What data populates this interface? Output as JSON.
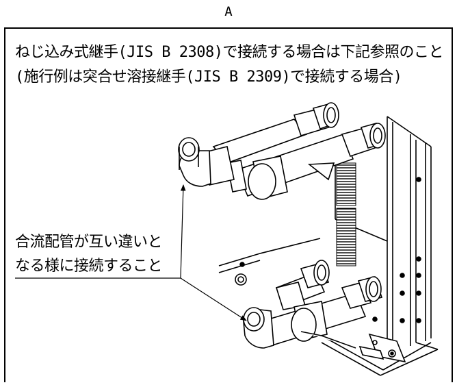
{
  "view_label": "A",
  "instruction": {
    "line1": "ねじ込み式継手(JIS B 2308)で接続する場合は下記参照のこと",
    "line2": "(施行例は突合せ溶接継手(JIS B 2309)で接続する場合)"
  },
  "callout": {
    "line1": "合流配管が互い違いと",
    "line2": "なる様に接続すること"
  },
  "colors": {
    "line": "#000000",
    "background": "#ffffff"
  }
}
